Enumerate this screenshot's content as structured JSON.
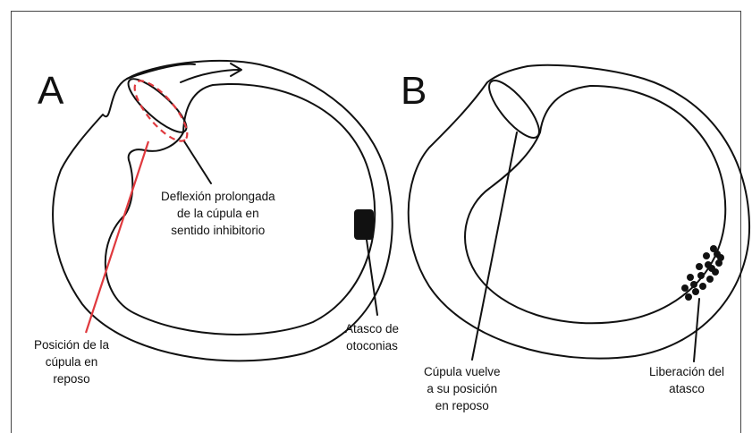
{
  "panels": {
    "a": {
      "letter": "A",
      "deflection_label": [
        "Deflexión prolongada",
        "de la cúpula en",
        "sentido inhibitorio"
      ],
      "rest_label": [
        "Posición de la",
        "cúpula en",
        "reposo"
      ],
      "clog_label": [
        "Atasco de",
        "otoconias"
      ]
    },
    "b": {
      "letter": "B",
      "return_label": [
        "Cúpula vuelve",
        "a su posición",
        "en reposo"
      ],
      "release_label": [
        "Liberación del",
        "atasco"
      ]
    }
  },
  "colors": {
    "line": "#111111",
    "rest_position": "#e0393e"
  }
}
